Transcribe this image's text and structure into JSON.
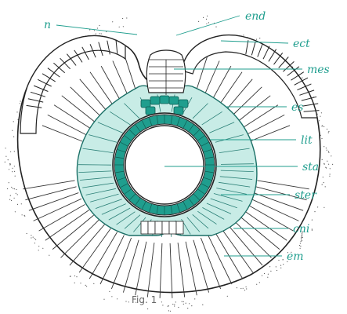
{
  "figure": {
    "caption": "Fig. 1",
    "labels": {
      "n": "n",
      "end": "end",
      "ect": "ect",
      "mes": "mes",
      "es": "es",
      "lit": "lit",
      "sta": "sta",
      "ster": "ster",
      "cni": "cni",
      "em": "em"
    }
  },
  "colors": {
    "accent": "#1f9e8e",
    "cell_fill": "#c8ece6",
    "cell_dark": "#1f9e8e",
    "ink": "#222222"
  }
}
